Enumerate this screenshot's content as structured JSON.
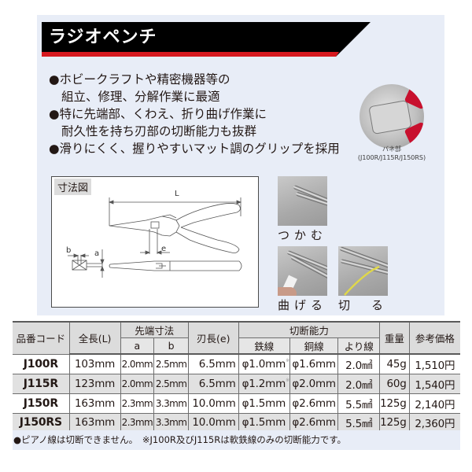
{
  "title": "ラジオペンチ",
  "colors": {
    "panel_bg": "#e8edf7",
    "title_bar": "#000000",
    "title_accent": "#d7191f",
    "table_header_bg": "#dcdcdc",
    "table_alt_row_bg": "#e1e1e1"
  },
  "features": [
    {
      "line1": "●ホビークラフトや精密機器等の",
      "line2": "組立、修理、分解作業に最適"
    },
    {
      "line1": "●特に先端部、くわえ、折り曲げ作業に",
      "line2": "耐久性を持ち刃部の切断能力も抜群"
    },
    {
      "line1": "●滑りにくく、握りやすいマット調のグリップを採用"
    }
  ],
  "spring_image": {
    "icon": "spring-closeup-photo",
    "caption_line1": "バネ部",
    "caption_line2": "(J100R/J115R/J150RS)"
  },
  "dimension_diagram": {
    "label": "寸法図",
    "labels": {
      "L": "L",
      "e": "e",
      "a": "a",
      "b": "b"
    }
  },
  "usage_photos": [
    {
      "label": "つかむ",
      "icon": "grip-photo"
    },
    {
      "label": "曲げる",
      "icon": "bend-photo"
    },
    {
      "label": "切　る",
      "icon": "cut-photo"
    }
  ],
  "table": {
    "headers": {
      "code": "品番コード",
      "length": "全長(L)",
      "tip": "先端寸法",
      "tip_a": "a",
      "tip_b": "b",
      "blade": "刃長(e)",
      "cutting": "切断能力",
      "iron": "鉄線",
      "copper": "銅線",
      "stranded": "より線",
      "weight": "重量",
      "price": "参考価格"
    },
    "rows": [
      {
        "code": "J100R",
        "length": "103mm",
        "a": "2.0mm",
        "b": "2.5mm",
        "e": "6.5mm",
        "iron": "φ1.0mm",
        "iron_mark": "※",
        "copper": "φ1.6mm",
        "stranded": "2.0㎟",
        "weight": "45g",
        "price": "1,510円"
      },
      {
        "code": "J115R",
        "length": "123mm",
        "a": "2.0mm",
        "b": "2.5mm",
        "e": "6.5mm",
        "iron": "φ1.2mm",
        "iron_mark": "※",
        "copper": "φ2.0mm",
        "stranded": "2.0㎟",
        "weight": "60g",
        "price": "1,540円"
      },
      {
        "code": "J150R",
        "length": "163mm",
        "a": "2.3mm",
        "b": "3.3mm",
        "e": "10.0mm",
        "iron": "φ1.5mm",
        "iron_mark": "",
        "copper": "φ2.6mm",
        "stranded": "5.5㎟",
        "weight": "125g",
        "price": "2,140円"
      },
      {
        "code": "J150RS",
        "length": "163mm",
        "a": "2.3mm",
        "b": "3.3mm",
        "e": "10.0mm",
        "iron": "φ1.5mm",
        "iron_mark": "",
        "copper": "φ2.6mm",
        "stranded": "5.5㎟",
        "weight": "125g",
        "price": "2,360円"
      }
    ]
  },
  "footnote": "●ピアノ線は切断できません。　※J100R及びJ115Rは軟鉄線のみの切断能力です。"
}
